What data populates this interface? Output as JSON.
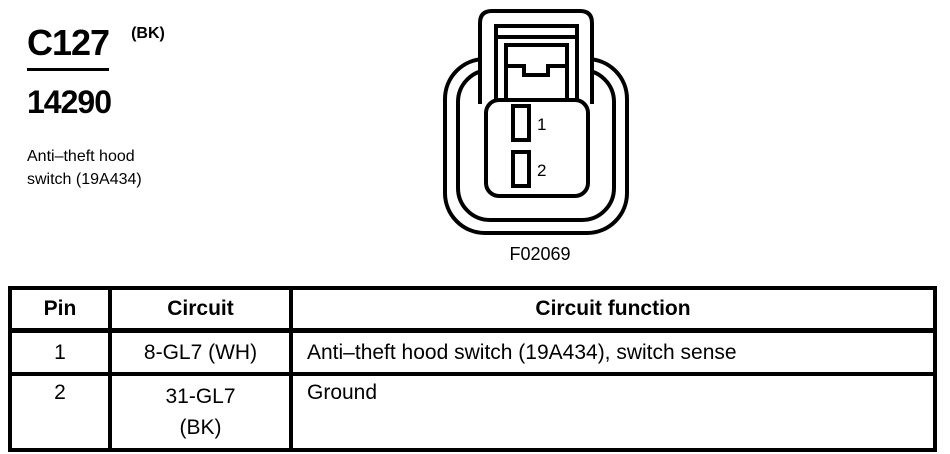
{
  "page": {
    "background": "#ffffff",
    "line_color": "#000000"
  },
  "heading": {
    "connector_id": "C127",
    "color_code": "(BK)",
    "part_number": "14290",
    "description": "Anti–theft hood\nswitch (19A434)"
  },
  "figure": {
    "caption": "F02069",
    "pin_labels": [
      "1",
      "2"
    ]
  },
  "table": {
    "columns": [
      "Pin",
      "Circuit",
      "Circuit function"
    ],
    "rows": [
      {
        "pin": "1",
        "circuit": "8-GL7 (WH)",
        "function": "Anti–theft hood switch (19A434), switch sense"
      },
      {
        "pin": "2",
        "circuit": "31-GL7\n(BK)",
        "function": "Ground"
      }
    ]
  }
}
